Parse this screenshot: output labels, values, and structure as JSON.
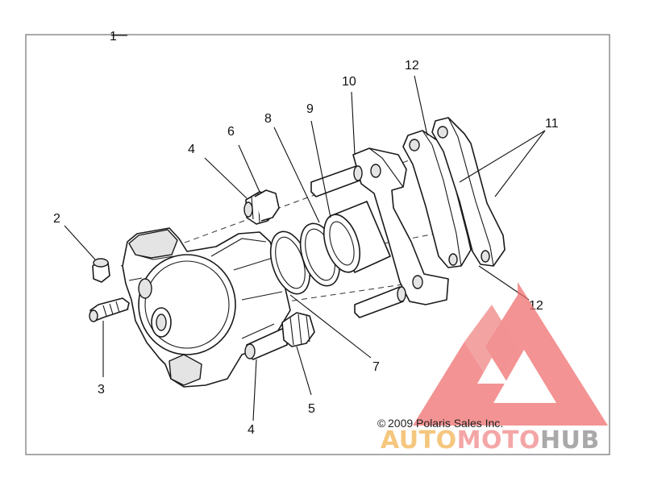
{
  "diagram": {
    "callouts": {
      "c1": "1",
      "c2": "2",
      "c3": "3",
      "c4a": "4",
      "c4b": "4",
      "c5": "5",
      "c6": "6",
      "c7": "7",
      "c8": "8",
      "c9": "9",
      "c10": "10",
      "c11": "11",
      "c12a": "12",
      "c12b": "12"
    },
    "copyright": "2009 Polaris Sales Inc.",
    "copyright_symbol": "©"
  },
  "watermark": {
    "part1": "AUTO",
    "part2": "MOTO",
    "part3": "HUB",
    "colors": {
      "auto": "#f5c77e",
      "moto": "#f4a6a6",
      "hub": "#a9a9a9",
      "logo": "#ef6f6f"
    }
  }
}
